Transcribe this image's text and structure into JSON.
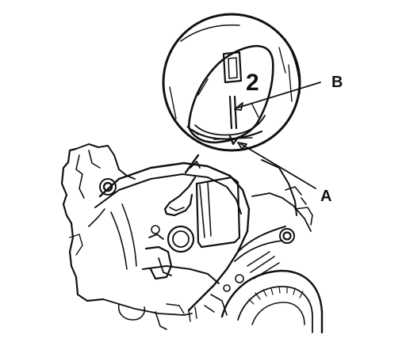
{
  "diagram": {
    "labels": {
      "a": "A",
      "b": "B"
    },
    "timing_mark_digit": "2",
    "colors": {
      "ink": "#111111",
      "background": "#ffffff"
    }
  }
}
